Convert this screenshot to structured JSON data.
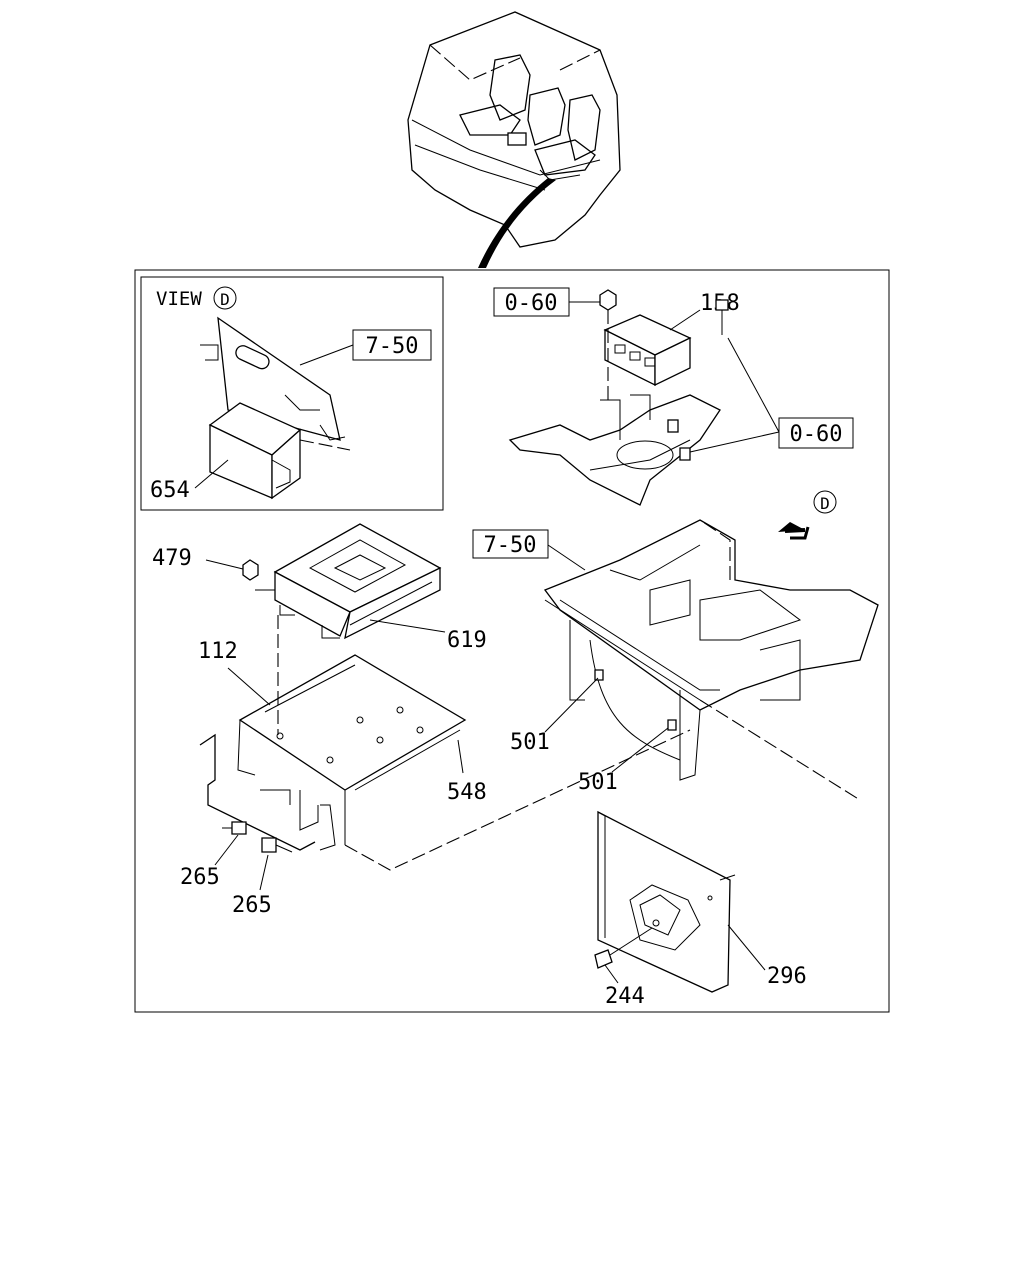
{
  "view_panel": {
    "label": "VIEW",
    "view_letter": "D"
  },
  "direction_marker": {
    "letter": "D"
  },
  "refs": {
    "r750a": "7-50",
    "r750b": "7-50",
    "r060a": "0-60",
    "r060b": "0-60"
  },
  "parts": {
    "p654": "654",
    "p158": "158",
    "p479": "479",
    "p619": "619",
    "p112": "112",
    "p501a": "501",
    "p501b": "501",
    "p548": "548",
    "p265a": "265",
    "p265b": "265",
    "p296": "296",
    "p244": "244"
  }
}
